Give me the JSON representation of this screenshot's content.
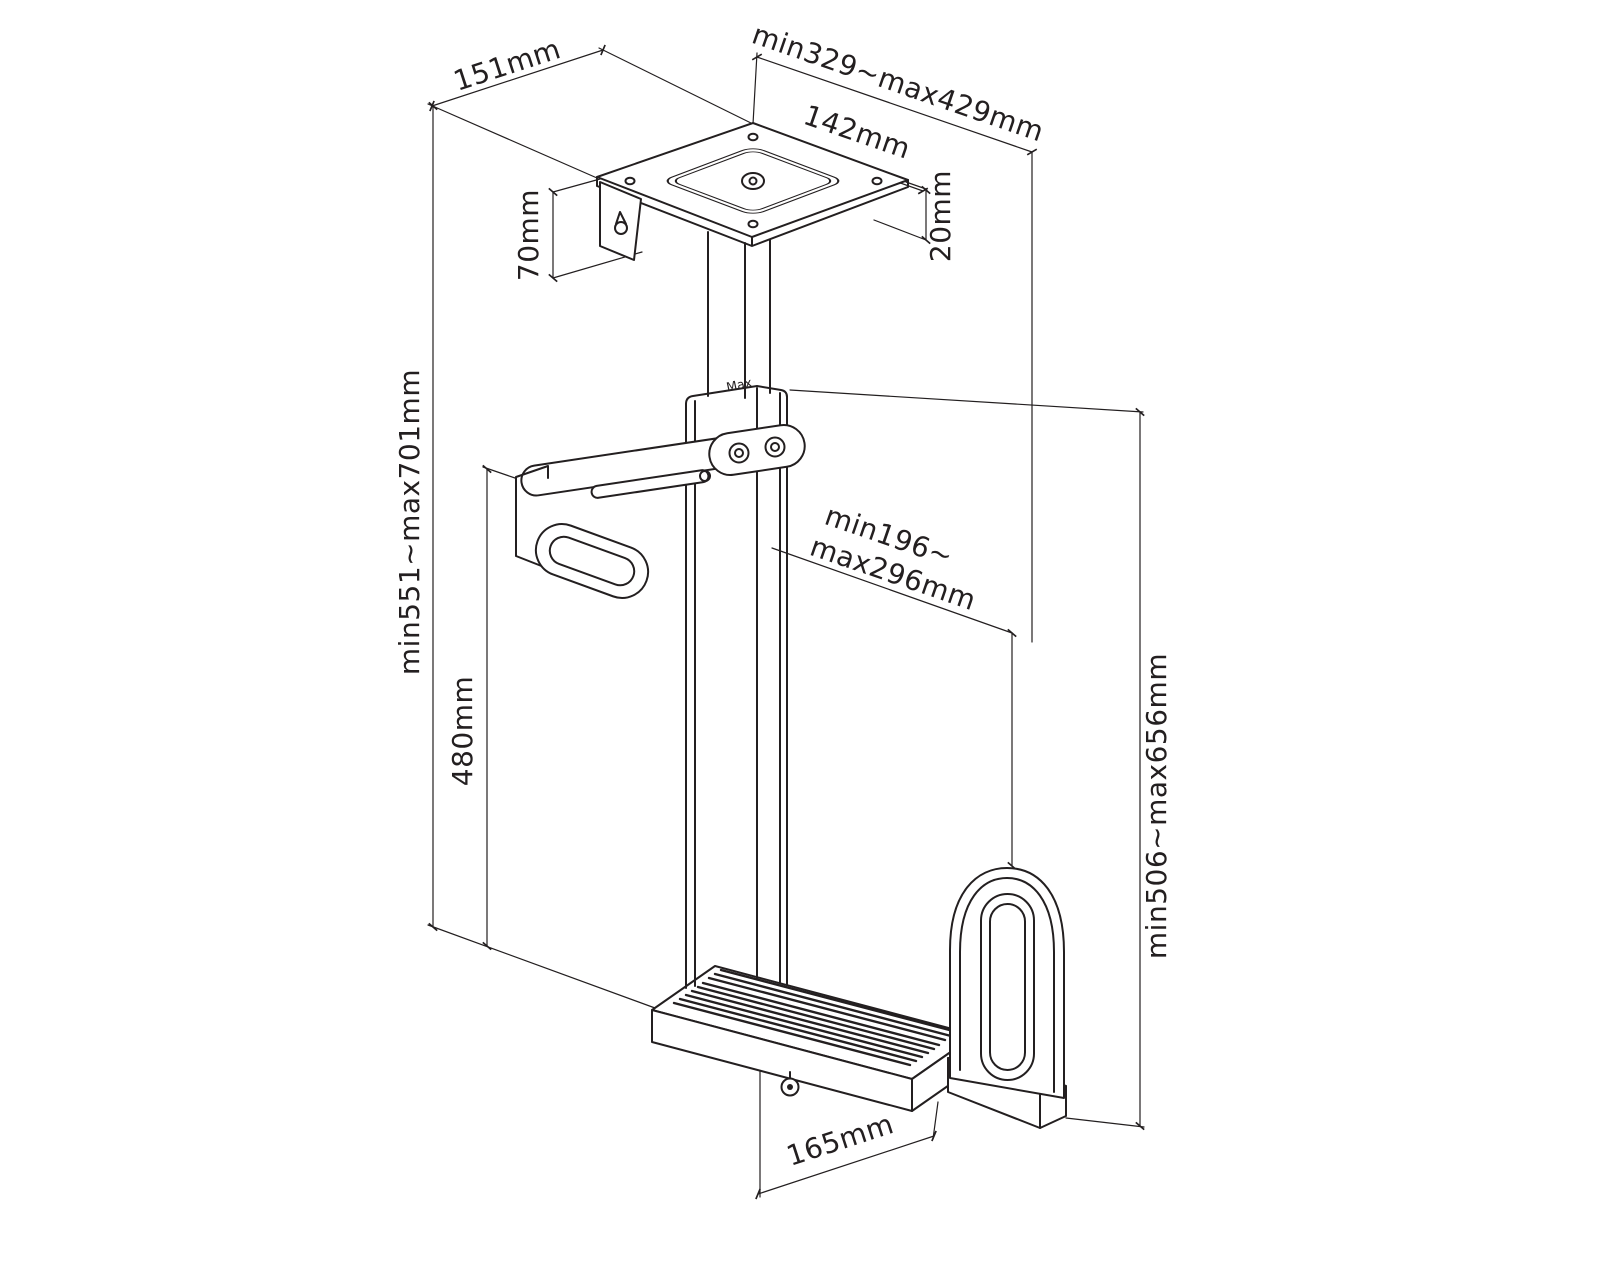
{
  "labels": {
    "plate_edge": "151mm",
    "top_span": "min329~max429mm",
    "plate_width": "142mm",
    "plate_lip": "20mm",
    "bracket_drop": "70mm",
    "left_height": "min551~max701mm",
    "column_height": "480mm",
    "clamp_min": "min196~",
    "clamp_max": "max296mm",
    "right_height": "min506~max656mm",
    "base_depth": "165mm",
    "max_marker": "Max"
  },
  "style": {
    "line_color": "#231f20",
    "background": "#ffffff"
  }
}
